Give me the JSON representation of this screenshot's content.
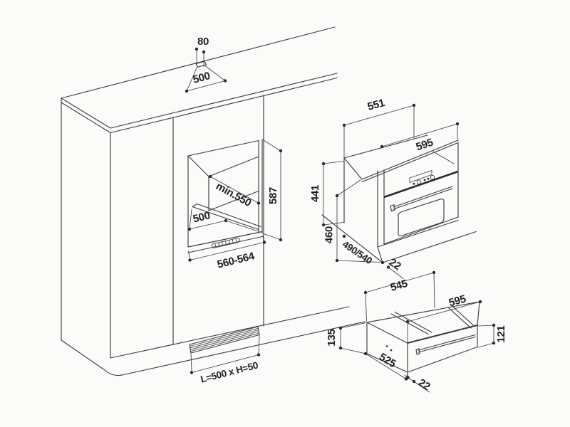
{
  "meta": {
    "title": "Built-in oven and warming drawer installation drawing"
  },
  "colors": {
    "background": "#fbfbfa",
    "line": "#3d3d3d",
    "line_heavy": "#2a2a2a",
    "text": "#1f1f1f"
  },
  "cabinet": {
    "top_slot_depth": "80",
    "top_slot_width": "500",
    "niche_min_depth": "min.550",
    "niche_height": "587",
    "floor_cutout_width": "500",
    "niche_width": "560-564",
    "base_vent": "L=500 x H=50"
  },
  "oven": {
    "housing_depth": "551",
    "width": "595",
    "niche_height": "441",
    "height": "460",
    "depth": "490/540",
    "door_overhang": "22"
  },
  "drawer": {
    "top_depth": "545",
    "width": "595",
    "height_left": "135",
    "front_height": "121",
    "depth": "525",
    "overhang": "22"
  }
}
